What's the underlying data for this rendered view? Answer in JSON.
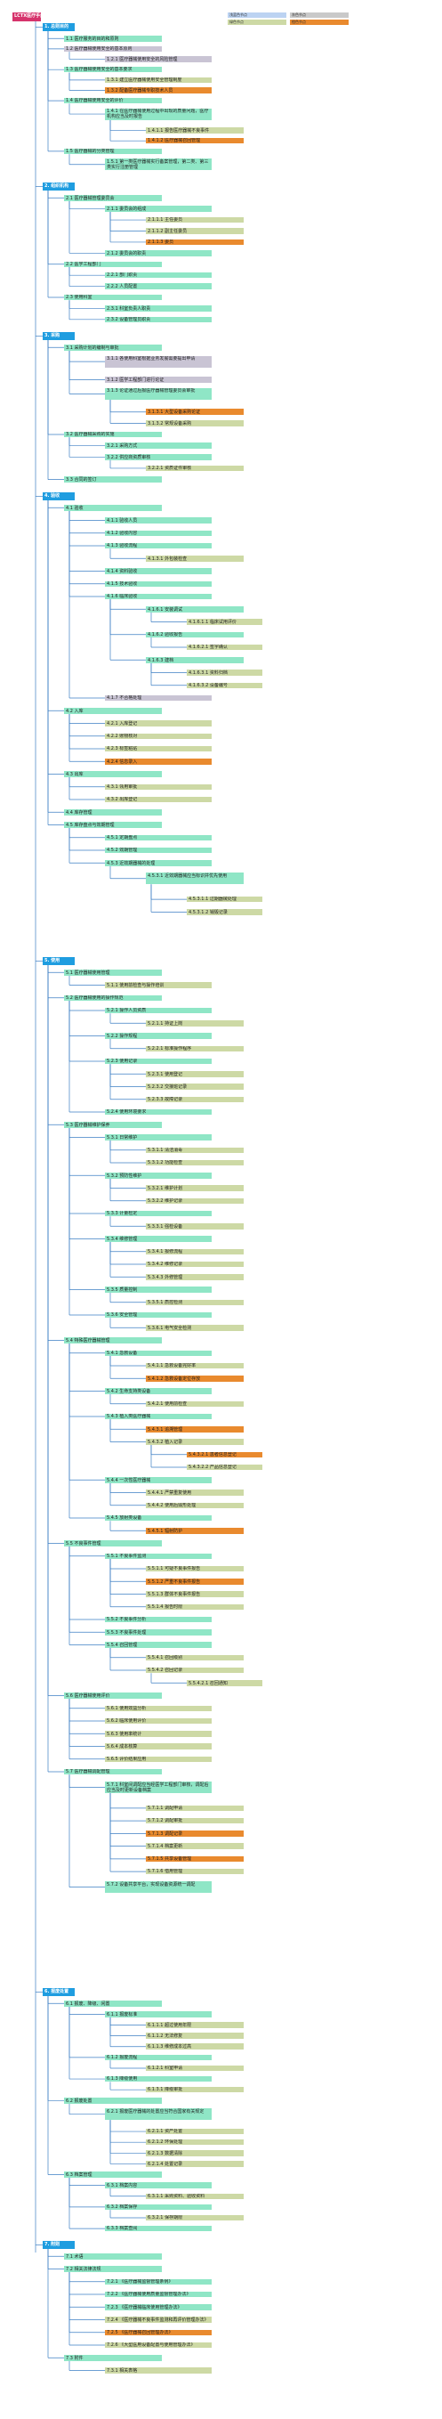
{
  "title": "LCTX医疗手册",
  "legend": [
    {
      "label": "浅蓝色节点",
      "color": "#bcd3f2"
    },
    {
      "label": "灰色节点",
      "color": "#c9c9c9"
    },
    {
      "label": "绿色节点",
      "color": "#cdd9a5"
    },
    {
      "label": "橙色节点",
      "color": "#e98a2e"
    }
  ],
  "colors": {
    "root": "#d6336c",
    "section": "#1f9de0",
    "node": "#8fe6c6",
    "grey": "#c9c4d4",
    "green": "#cdd9a5",
    "orange": "#e98a2e",
    "line": "#3d7fc4"
  },
  "sections": [
    {
      "label": "1. 总则目的",
      "nodes": [
        {
          "t": "1.1 医疗服务的目的和原则",
          "c": "node",
          "d": 1
        },
        {
          "t": "1.2 医疗器械使用安全的基本原则",
          "c": "grey",
          "d": 1
        },
        {
          "t": "1.2.1 医疗器械使用安全的风险管理",
          "c": "grey",
          "d": 2
        },
        {
          "t": "1.3 医疗器械使用安全的基本要求",
          "c": "node",
          "d": 1
        },
        {
          "t": "1.3.1 建立医疗器械使用安全管理制度",
          "c": "green",
          "d": 2
        },
        {
          "t": "1.3.2 配备医疗器械专职技术人员",
          "c": "orange",
          "d": 2
        },
        {
          "t": "1.4 医疗器械使用安全的评价",
          "c": "node",
          "d": 1
        },
        {
          "t": "1.4.1 在医疗器械使用过程中出现的质量问题，医疗机构应当及时报告",
          "c": "node",
          "d": 2,
          "w": 1
        },
        {
          "t": "1.4.1.1 报告医疗器械不良事件",
          "c": "green",
          "d": 3
        },
        {
          "t": "1.4.1.2 医疗器械召回管理",
          "c": "orange",
          "d": 3
        },
        {
          "t": "1.5 医疗器械的分类管理",
          "c": "node",
          "d": 1
        },
        {
          "t": "1.5.1 第一类医疗器械实行备案管理，第二类、第三类实行注册管理",
          "c": "node",
          "d": 2,
          "w": 1
        }
      ]
    },
    {
      "label": "2. 组织机构",
      "nodes": [
        {
          "t": "2.1 医疗器械管理委员会",
          "c": "node",
          "d": 1
        },
        {
          "t": "2.1.1 委员会的组成",
          "c": "node",
          "d": 2
        },
        {
          "t": "2.1.1.1 主任委员",
          "c": "green",
          "d": 3
        },
        {
          "t": "2.1.1.2 副主任委员",
          "c": "green",
          "d": 3
        },
        {
          "t": "2.1.1.3 委员",
          "c": "orange",
          "d": 3
        },
        {
          "t": "2.1.2 委员会的职责",
          "c": "node",
          "d": 2
        },
        {
          "t": "2.2 医学工程部门",
          "c": "node",
          "d": 1
        },
        {
          "t": "2.2.1 部门职责",
          "c": "node",
          "d": 2
        },
        {
          "t": "2.2.2 人员配置",
          "c": "node",
          "d": 2
        },
        {
          "t": "2.3 使用科室",
          "c": "node",
          "d": 1
        },
        {
          "t": "2.3.1 科室负责人职责",
          "c": "node",
          "d": 2
        },
        {
          "t": "2.3.2 设备管理员职责",
          "c": "node",
          "d": 2
        }
      ]
    },
    {
      "label": "3. 采购",
      "nodes": [
        {
          "t": "3.1 采购计划的编制与审批",
          "c": "node",
          "d": 1
        },
        {
          "t": "3.1.1 各使用科室根据业务发展需要提出申请",
          "c": "grey",
          "d": 2,
          "w": 1
        },
        {
          "t": "3.1.2 医学工程部门进行论证",
          "c": "grey",
          "d": 2
        },
        {
          "t": "3.1.3 论证通过后报医疗器械管理委员会审批",
          "c": "node",
          "d": 2,
          "w": 1
        },
        {
          "t": "3.1.3.1 大型设备采购论证",
          "c": "orange",
          "d": 3
        },
        {
          "t": "3.1.3.2 常规设备采购",
          "c": "green",
          "d": 3
        },
        {
          "t": "3.2 医疗器械采购的实施",
          "c": "node",
          "d": 1
        },
        {
          "t": "3.2.1 采购方式",
          "c": "node",
          "d": 2
        },
        {
          "t": "3.2.2 供应商资质审核",
          "c": "node",
          "d": 2
        },
        {
          "t": "3.2.2.1 资质证件审核",
          "c": "green",
          "d": 3
        },
        {
          "t": "3.3 合同的签订",
          "c": "node",
          "d": 1
        }
      ]
    },
    {
      "label": "4. 验收",
      "nodes": [
        {
          "t": "4.1 验收",
          "c": "node",
          "d": 1
        },
        {
          "t": "4.1.1 验收人员",
          "c": "node",
          "d": 2
        },
        {
          "t": "4.1.2 验收内容",
          "c": "node",
          "d": 2
        },
        {
          "t": "4.1.3 验收流程",
          "c": "node",
          "d": 2
        },
        {
          "t": "4.1.3.1 外包装检查",
          "c": "green",
          "d": 3
        },
        {
          "t": "4.1.4 资料验收",
          "c": "node",
          "d": 2
        },
        {
          "t": "4.1.5 技术验收",
          "c": "node",
          "d": 2
        },
        {
          "t": "4.1.6 临床验收",
          "c": "node",
          "d": 2
        },
        {
          "t": "4.1.6.1 安装调试",
          "c": "node",
          "d": 3
        },
        {
          "t": "4.1.6.1.1 临床试用评价",
          "c": "green",
          "d": 4
        },
        {
          "t": "4.1.6.2 验收报告",
          "c": "node",
          "d": 3
        },
        {
          "t": "4.1.6.2.1 签字确认",
          "c": "green",
          "d": 4
        },
        {
          "t": "4.1.6.3 建档",
          "c": "node",
          "d": 3
        },
        {
          "t": "4.1.6.3.1 资料归档",
          "c": "green",
          "d": 4
        },
        {
          "t": "4.1.6.3.2 设备编号",
          "c": "green",
          "d": 4
        },
        {
          "t": "4.1.7 不合格处理",
          "c": "grey",
          "d": 2
        },
        {
          "t": "4.2 入库",
          "c": "node",
          "d": 1
        },
        {
          "t": "4.2.1 入库登记",
          "c": "green",
          "d": 2
        },
        {
          "t": "4.2.2 账物核对",
          "c": "green",
          "d": 2
        },
        {
          "t": "4.2.3 标签粘贴",
          "c": "green",
          "d": 2
        },
        {
          "t": "4.2.4 信息录入",
          "c": "orange",
          "d": 2
        },
        {
          "t": "4.3 出库",
          "c": "node",
          "d": 1
        },
        {
          "t": "4.3.1 领用审批",
          "c": "green",
          "d": 2
        },
        {
          "t": "4.3.2 出库登记",
          "c": "green",
          "d": 2
        },
        {
          "t": "4.4 库存管理",
          "c": "node",
          "d": 1
        },
        {
          "t": "4.5 库存盘点与效期管理",
          "c": "node",
          "d": 1
        },
        {
          "t": "4.5.1 定期盘点",
          "c": "node",
          "d": 2
        },
        {
          "t": "4.5.2 效期管理",
          "c": "node",
          "d": 2
        },
        {
          "t": "4.5.3 近效期器械的处理",
          "c": "node",
          "d": 2
        },
        {
          "t": "4.5.3.1 近效期器械应当标识并优先使用",
          "c": "node",
          "d": 3,
          "w": 1
        },
        {
          "t": "4.5.3.1.1 过期器械处理",
          "c": "green",
          "d": 4
        },
        {
          "t": "4.5.3.1.2 销毁记录",
          "c": "green",
          "d": 4
        }
      ]
    },
    {
      "label": "5. 使用",
      "nodes": [
        {
          "t": "5.1 医疗器械使用管理",
          "c": "node",
          "d": 1
        },
        {
          "t": "5.1.1 使用前检查与操作培训",
          "c": "green",
          "d": 2
        },
        {
          "t": "5.2 医疗器械使用的操作规范",
          "c": "node",
          "d": 1
        },
        {
          "t": "5.2.1 操作人员资质",
          "c": "node",
          "d": 2
        },
        {
          "t": "5.2.1.1 持证上岗",
          "c": "green",
          "d": 3
        },
        {
          "t": "5.2.2 操作规程",
          "c": "node",
          "d": 2
        },
        {
          "t": "5.2.2.1 标准操作程序",
          "c": "green",
          "d": 3
        },
        {
          "t": "5.2.3 使用记录",
          "c": "node",
          "d": 2
        },
        {
          "t": "5.2.3.1 使用登记",
          "c": "green",
          "d": 3
        },
        {
          "t": "5.2.3.2 交接班记录",
          "c": "green",
          "d": 3
        },
        {
          "t": "5.2.3.3 故障记录",
          "c": "green",
          "d": 3
        },
        {
          "t": "5.2.4 使用环境要求",
          "c": "node",
          "d": 2
        },
        {
          "t": "5.3 医疗器械维护保养",
          "c": "node",
          "d": 1
        },
        {
          "t": "5.3.1 日常维护",
          "c": "node",
          "d": 2
        },
        {
          "t": "5.3.1.1 清洁消毒",
          "c": "green",
          "d": 3
        },
        {
          "t": "5.3.1.2 功能检查",
          "c": "green",
          "d": 3
        },
        {
          "t": "5.3.2 预防性维护",
          "c": "node",
          "d": 2
        },
        {
          "t": "5.3.2.1 维护计划",
          "c": "green",
          "d": 3
        },
        {
          "t": "5.3.2.2 维护记录",
          "c": "green",
          "d": 3
        },
        {
          "t": "5.3.3 计量检定",
          "c": "node",
          "d": 2
        },
        {
          "t": "5.3.3.1 强检设备",
          "c": "green",
          "d": 3
        },
        {
          "t": "5.3.4 维修管理",
          "c": "node",
          "d": 2
        },
        {
          "t": "5.3.4.1 报修流程",
          "c": "green",
          "d": 3
        },
        {
          "t": "5.3.4.2 维修记录",
          "c": "green",
          "d": 3
        },
        {
          "t": "5.3.4.3 外修管理",
          "c": "green",
          "d": 3
        },
        {
          "t": "5.3.5 质量控制",
          "c": "node",
          "d": 2
        },
        {
          "t": "5.3.5.1 质控检测",
          "c": "green",
          "d": 3
        },
        {
          "t": "5.3.6 安全管理",
          "c": "node",
          "d": 2
        },
        {
          "t": "5.3.6.1 电气安全检测",
          "c": "green",
          "d": 3
        },
        {
          "t": "5.4 特殊医疗器械管理",
          "c": "node",
          "d": 1
        },
        {
          "t": "5.4.1 急救设备",
          "c": "node",
          "d": 2
        },
        {
          "t": "5.4.1.1 急救设备完好率",
          "c": "green",
          "d": 3
        },
        {
          "t": "5.4.1.2 急救设备定位存放",
          "c": "orange",
          "d": 3
        },
        {
          "t": "5.4.2 生命支持类设备",
          "c": "node",
          "d": 2
        },
        {
          "t": "5.4.2.1 使用前检查",
          "c": "green",
          "d": 3
        },
        {
          "t": "5.4.3 植入类医疗器械",
          "c": "node",
          "d": 2
        },
        {
          "t": "5.4.3.1 追溯管理",
          "c": "orange",
          "d": 3
        },
        {
          "t": "5.4.3.2 植入记录",
          "c": "green",
          "d": 3
        },
        {
          "t": "5.4.3.2.1 患者信息登记",
          "c": "orange",
          "d": 4
        },
        {
          "t": "5.4.3.2.2 产品信息登记",
          "c": "green",
          "d": 4
        },
        {
          "t": "5.4.4 一次性医疗器械",
          "c": "node",
          "d": 2
        },
        {
          "t": "5.4.4.1 严禁重复使用",
          "c": "green",
          "d": 3
        },
        {
          "t": "5.4.4.2 使用后毁形处理",
          "c": "green",
          "d": 3
        },
        {
          "t": "5.4.5 放射类设备",
          "c": "node",
          "d": 2
        },
        {
          "t": "5.4.5.1 辐射防护",
          "c": "orange",
          "d": 3
        },
        {
          "t": "5.5 不良事件管理",
          "c": "node",
          "d": 1
        },
        {
          "t": "5.5.1 不良事件监测",
          "c": "node",
          "d": 2
        },
        {
          "t": "5.5.1.1 可疑不良事件报告",
          "c": "green",
          "d": 3
        },
        {
          "t": "5.5.1.2 严重不良事件报告",
          "c": "orange",
          "d": 3
        },
        {
          "t": "5.5.1.3 群体不良事件报告",
          "c": "green",
          "d": 3
        },
        {
          "t": "5.5.1.4 报告时限",
          "c": "green",
          "d": 3
        },
        {
          "t": "5.5.2 不良事件分析",
          "c": "node",
          "d": 2
        },
        {
          "t": "5.5.3 不良事件处理",
          "c": "node",
          "d": 2
        },
        {
          "t": "5.5.4 召回管理",
          "c": "node",
          "d": 2
        },
        {
          "t": "5.5.4.1 召回级别",
          "c": "green",
          "d": 3
        },
        {
          "t": "5.5.4.2 召回记录",
          "c": "green",
          "d": 3
        },
        {
          "t": "5.5.4.2.1 召回通知",
          "c": "green",
          "d": 4
        },
        {
          "t": "5.6 医疗器械使用评价",
          "c": "node",
          "d": 1
        },
        {
          "t": "5.6.1 使用效益分析",
          "c": "green",
          "d": 2
        },
        {
          "t": "5.6.2 临床使用评价",
          "c": "green",
          "d": 2
        },
        {
          "t": "5.6.3 使用率统计",
          "c": "green",
          "d": 2
        },
        {
          "t": "5.6.4 成本核算",
          "c": "green",
          "d": 2
        },
        {
          "t": "5.6.5 评价结果应用",
          "c": "green",
          "d": 2
        },
        {
          "t": "5.7 医疗器械调配管理",
          "c": "node",
          "d": 1
        },
        {
          "t": "5.7.1 科室间调配应当经医学工程部门审核，调配后应当及时更新设备档案",
          "c": "node",
          "d": 2,
          "w": 1
        },
        {
          "t": "5.7.1.1 调配申请",
          "c": "green",
          "d": 3
        },
        {
          "t": "5.7.1.2 调配审批",
          "c": "green",
          "d": 3
        },
        {
          "t": "5.7.1.3 调配记录",
          "c": "orange",
          "d": 3
        },
        {
          "t": "5.7.1.4 档案更新",
          "c": "green",
          "d": 3
        },
        {
          "t": "5.7.1.5 共享设备管理",
          "c": "orange",
          "d": 3
        },
        {
          "t": "5.7.1.6 借用管理",
          "c": "green",
          "d": 3
        },
        {
          "t": "5.7.2 设备共享平台，实现设备资源统一调配",
          "c": "node",
          "d": 2,
          "w": 1
        }
      ]
    },
    {
      "label": "6. 报废处置",
      "nodes": [
        {
          "t": "6.1 报废、降级、闲置",
          "c": "node",
          "d": 1
        },
        {
          "t": "6.1.1 报废标准",
          "c": "node",
          "d": 2
        },
        {
          "t": "6.1.1.1 超过使用年限",
          "c": "green",
          "d": 3
        },
        {
          "t": "6.1.1.2 无法修复",
          "c": "green",
          "d": 3
        },
        {
          "t": "6.1.1.3 维修成本过高",
          "c": "green",
          "d": 3
        },
        {
          "t": "6.1.2 报废流程",
          "c": "node",
          "d": 2
        },
        {
          "t": "6.1.2.1 科室申请",
          "c": "green",
          "d": 3
        },
        {
          "t": "6.1.3 降级使用",
          "c": "node",
          "d": 2
        },
        {
          "t": "6.1.3.1 降级审批",
          "c": "green",
          "d": 3
        },
        {
          "t": "6.2 报废处置",
          "c": "node",
          "d": 1
        },
        {
          "t": "6.2.1 报废医疗器械的处置应当符合国家有关规定",
          "c": "node",
          "d": 2,
          "w": 1
        },
        {
          "t": "6.2.1.1 资产处置",
          "c": "green",
          "d": 3
        },
        {
          "t": "6.2.1.2 环保处理",
          "c": "green",
          "d": 3
        },
        {
          "t": "6.2.1.3 数据清除",
          "c": "green",
          "d": 3
        },
        {
          "t": "6.2.1.4 处置记录",
          "c": "green",
          "d": 3
        },
        {
          "t": "6.3 档案管理",
          "c": "node",
          "d": 1
        },
        {
          "t": "6.3.1 档案内容",
          "c": "node",
          "d": 2
        },
        {
          "t": "6.3.1.1 采购资料、验收资料",
          "c": "green",
          "d": 3
        },
        {
          "t": "6.3.2 档案保存",
          "c": "node",
          "d": 2
        },
        {
          "t": "6.3.2.1 保存期限",
          "c": "green",
          "d": 3
        },
        {
          "t": "6.3.3 档案查阅",
          "c": "node",
          "d": 2
        }
      ]
    },
    {
      "label": "7. 附则",
      "nodes": [
        {
          "t": "7.1 术语",
          "c": "node",
          "d": 1
        },
        {
          "t": "7.2 相关法律法规",
          "c": "node",
          "d": 1
        },
        {
          "t": "7.2.1 《医疗器械监督管理条例》",
          "c": "node",
          "d": 2
        },
        {
          "t": "7.2.2 《医疗器械使用质量监督管理办法》",
          "c": "node",
          "d": 2
        },
        {
          "t": "7.2.3 《医疗器械临床使用管理办法》",
          "c": "node",
          "d": 2
        },
        {
          "t": "7.2.4 《医疗器械不良事件监测和再评价管理办法》",
          "c": "green",
          "d": 2
        },
        {
          "t": "7.2.5 《医疗器械召回管理办法》",
          "c": "orange",
          "d": 2
        },
        {
          "t": "7.2.6 《大型医用设备配置与使用管理办法》",
          "c": "green",
          "d": 2
        },
        {
          "t": "7.3 附件",
          "c": "node",
          "d": 1
        },
        {
          "t": "7.3.1 相关表格",
          "c": "green",
          "d": 2
        }
      ]
    }
  ]
}
